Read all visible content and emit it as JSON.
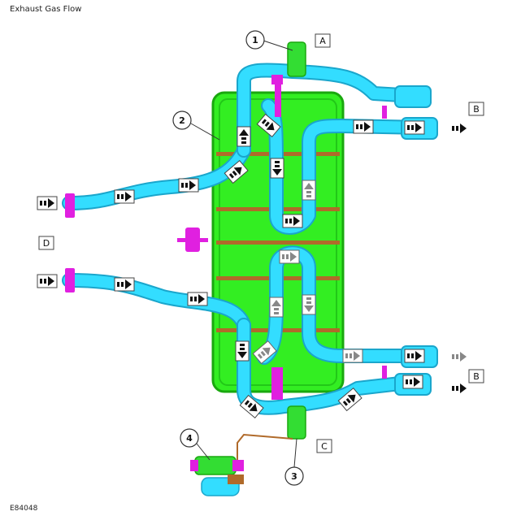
{
  "title": "Exhaust Gas Flow",
  "figure_id": "E84048",
  "callouts": [
    "1",
    "2",
    "3",
    "4"
  ],
  "letters": {
    "a": "A",
    "b_top": "B",
    "b_bottom": "B",
    "c": "C",
    "d": "D"
  },
  "colors": {
    "muffler_body": "#33ee22",
    "muffler_edge": "#1aa80f",
    "pipe": "#33ddff",
    "pipe_edge": "#1aa6cc",
    "flange": "#e020e0",
    "band": "#b06a2a",
    "valve": "#33dd33",
    "arrow_dark": "#111111",
    "arrow_light": "#888888"
  }
}
